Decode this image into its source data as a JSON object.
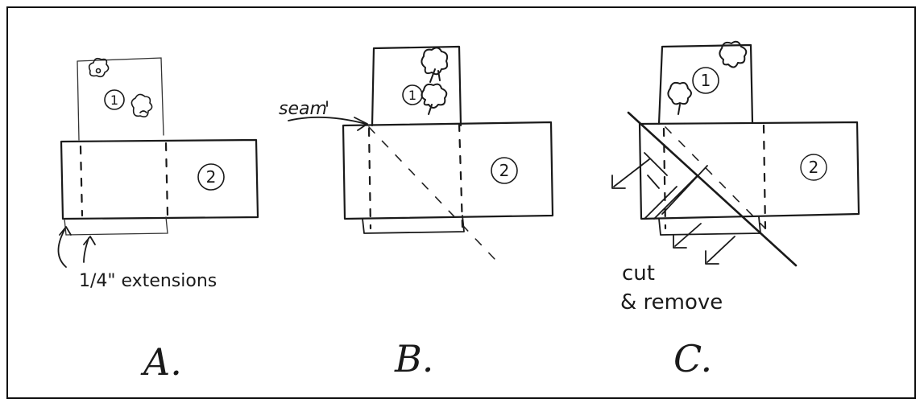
{
  "panels": [
    {
      "id": "A",
      "caption": "A.",
      "piece1_label": "1",
      "piece2_label": "2",
      "annotation": "1/4\" extensions"
    },
    {
      "id": "B",
      "caption": "B.",
      "piece1_label": "1",
      "piece2_label": "2",
      "annotation": "seam"
    },
    {
      "id": "C",
      "caption": "C.",
      "piece1_label": "1",
      "piece2_label": "2",
      "annotation_line1": "cut",
      "annotation_line2": "& remove"
    }
  ],
  "colors": {
    "ink": "#1a1a1a",
    "background": "#ffffff"
  }
}
